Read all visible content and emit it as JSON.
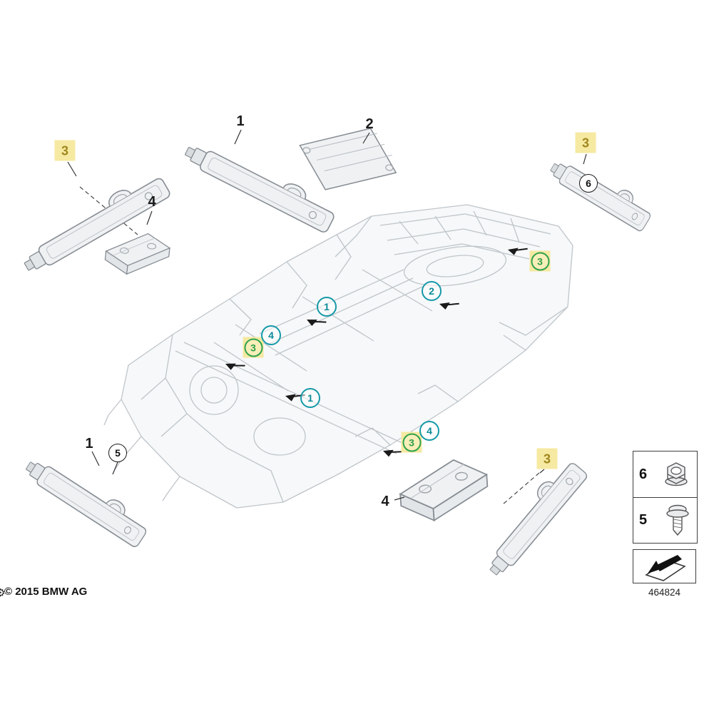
{
  "callouts": [
    {
      "label": "1",
      "kind": "plain"
    },
    {
      "label": "2",
      "kind": "plain"
    },
    {
      "label": "4",
      "kind": "plain"
    },
    {
      "label": "1",
      "kind": "plain"
    },
    {
      "label": "4",
      "kind": "plain"
    },
    {
      "label": "3",
      "kind": "yellow-box"
    },
    {
      "label": "3",
      "kind": "yellow-box"
    },
    {
      "label": "3",
      "kind": "yellow-box"
    },
    {
      "label": "3",
      "kind": "yellow-box-green-circle"
    },
    {
      "label": "3",
      "kind": "yellow-box-green-circle"
    },
    {
      "label": "3",
      "kind": "yellow-box-green-circle"
    },
    {
      "label": "2",
      "kind": "teal-circle"
    },
    {
      "label": "1",
      "kind": "teal-circle"
    },
    {
      "label": "4",
      "kind": "teal-circle"
    },
    {
      "label": "1",
      "kind": "teal-circle"
    },
    {
      "label": "4",
      "kind": "teal-circle"
    },
    {
      "label": "6",
      "kind": "black-circle"
    },
    {
      "label": "5",
      "kind": "black-circle"
    }
  ],
  "legend": {
    "items": [
      {
        "number": "6",
        "icon": "hex-flange-nut-icon"
      },
      {
        "number": "5",
        "icon": "flange-screw-icon"
      }
    ],
    "drawing_icon": "wedge-arrow-icon"
  },
  "footer": {
    "copyright": "© 2015 BMW AG",
    "diagram_number": "464824"
  },
  "colors": {
    "highlight_yellow": "#f6e9a1",
    "teal": "#1699a8",
    "green": "#2fa24f",
    "gold": "#a0871e"
  }
}
